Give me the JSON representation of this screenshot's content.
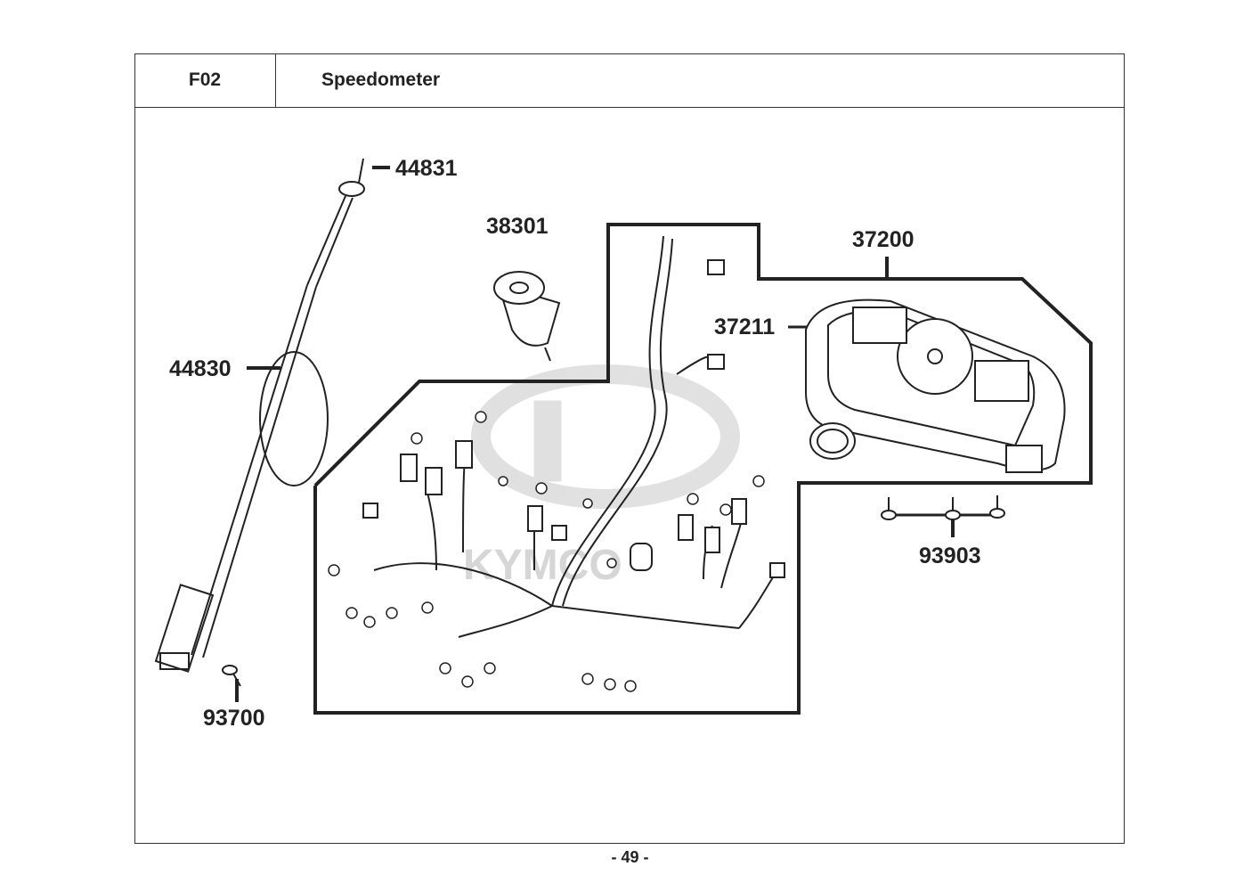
{
  "header": {
    "code": "F02",
    "title": "Speedometer"
  },
  "parts": {
    "p44831": "44831",
    "p44830": "44830",
    "p38301": "38301",
    "p37200": "37200",
    "p37211": "37211",
    "p93903": "93903",
    "p93700": "93700"
  },
  "watermark": "KYMCO",
  "footer": {
    "page": "- 49 -"
  }
}
